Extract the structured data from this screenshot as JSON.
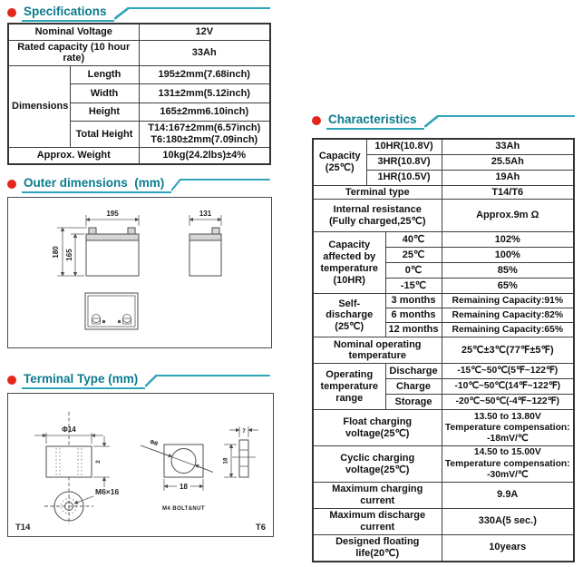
{
  "colors": {
    "title_teal": "#0c7b8d",
    "line_cyan": "#2fa3ba",
    "bullet_red": "#e4251c",
    "border_dark": "#3f3f3f"
  },
  "spec": {
    "title": "Specifications",
    "nominal_voltage": {
      "label": "Nominal Voltage",
      "value": "12V"
    },
    "rated_capacity": {
      "label": "Rated capacity (10 hour rate)",
      "value": "33Ah"
    },
    "dimensions_label": "Dimensions",
    "dim_rows": [
      {
        "label": "Length",
        "value": "195±2mm(7.68inch)"
      },
      {
        "label": "Width",
        "value": "131±2mm(5.12inch)"
      },
      {
        "label": "Height",
        "value": "165±2mm6.10inch)"
      },
      {
        "label": "Total Height",
        "value": "T14:167±2mm(6.57inch)\nT6:180±2mm(7.09inch)"
      }
    ],
    "weight": {
      "label": "Approx. Weight",
      "value": "10kg(24.2lbs)±4%"
    }
  },
  "outer": {
    "title": "Outer dimensions  (mm)",
    "front_width": "195",
    "side_width": "131",
    "total_height": "180",
    "case_height": "165"
  },
  "terminal": {
    "title": "Terminal Type (mm)",
    "t14": {
      "diameter": "Φ14",
      "height": "2",
      "thread": "M6×16",
      "name": "T14"
    },
    "t6": {
      "hole": "Φ8",
      "width": "18",
      "side_height": "18",
      "thickness": "7",
      "bolt": "M4  BOLT&NUT",
      "name": "T6"
    }
  },
  "characteristics": {
    "title": "Characteristics",
    "capacity": {
      "label": "Capacity\n(25℃)",
      "rows": [
        {
          "cond": "10HR(10.8V)",
          "value": "33Ah"
        },
        {
          "cond": "3HR(10.8V)",
          "value": "25.5Ah"
        },
        {
          "cond": "1HR(10.5V)",
          "value": "19Ah"
        }
      ]
    },
    "terminal_type": {
      "label": "Terminal type",
      "value": "T14/T6"
    },
    "internal_resistance": {
      "label": "Internal resistance\n(Fully charged,25℃)",
      "value": "Approx.9m Ω"
    },
    "capacity_temperature": {
      "label": "Capacity\naffected by\ntemperature\n(10HR)",
      "rows": [
        {
          "cond": "40℃",
          "value": "102%"
        },
        {
          "cond": "25℃",
          "value": "100%"
        },
        {
          "cond": "0℃",
          "value": "85%"
        },
        {
          "cond": "-15℃",
          "value": "65%"
        }
      ]
    },
    "self_discharge": {
      "label": "Self-discharge\n(25℃)",
      "rows": [
        {
          "cond": "3 months",
          "value": "Remaining Capacity:91%"
        },
        {
          "cond": "6 months",
          "value": "Remaining Capacity:82%"
        },
        {
          "cond": "12 months",
          "value": "Remaining Capacity:65%"
        }
      ]
    },
    "nominal_operating_temperature": {
      "label": "Nominal operating\ntemperature",
      "value": "25℃±3℃(77℉±5℉)"
    },
    "operating_temperature_range": {
      "label": "Operating\ntemperature\nrange",
      "rows": [
        {
          "cond": "Discharge",
          "value": "-15℃~50℃(5℉~122℉)"
        },
        {
          "cond": "Charge",
          "value": "-10℃~50℃(14℉~122℉)"
        },
        {
          "cond": "Storage",
          "value": "-20℃~50℃(-4℉~122℉)"
        }
      ]
    },
    "float_charging": {
      "label": "Float charging voltage(25℃)",
      "value": "13.50 to 13.80V\nTemperature compensation:\n-18mV/℃"
    },
    "cyclic_charging": {
      "label": "Cyclic charging voltage(25℃)",
      "value": "14.50 to 15.00V\nTemperature compensation:\n-30mV/℃"
    },
    "max_charging_current": {
      "label": "Maximum charging current",
      "value": "9.9A"
    },
    "max_discharge_current": {
      "label": "Maximum discharge current",
      "value": "330A(5 sec.)"
    },
    "designed_floating_life": {
      "label": "Designed floating life(20℃)",
      "value": "10years"
    }
  }
}
